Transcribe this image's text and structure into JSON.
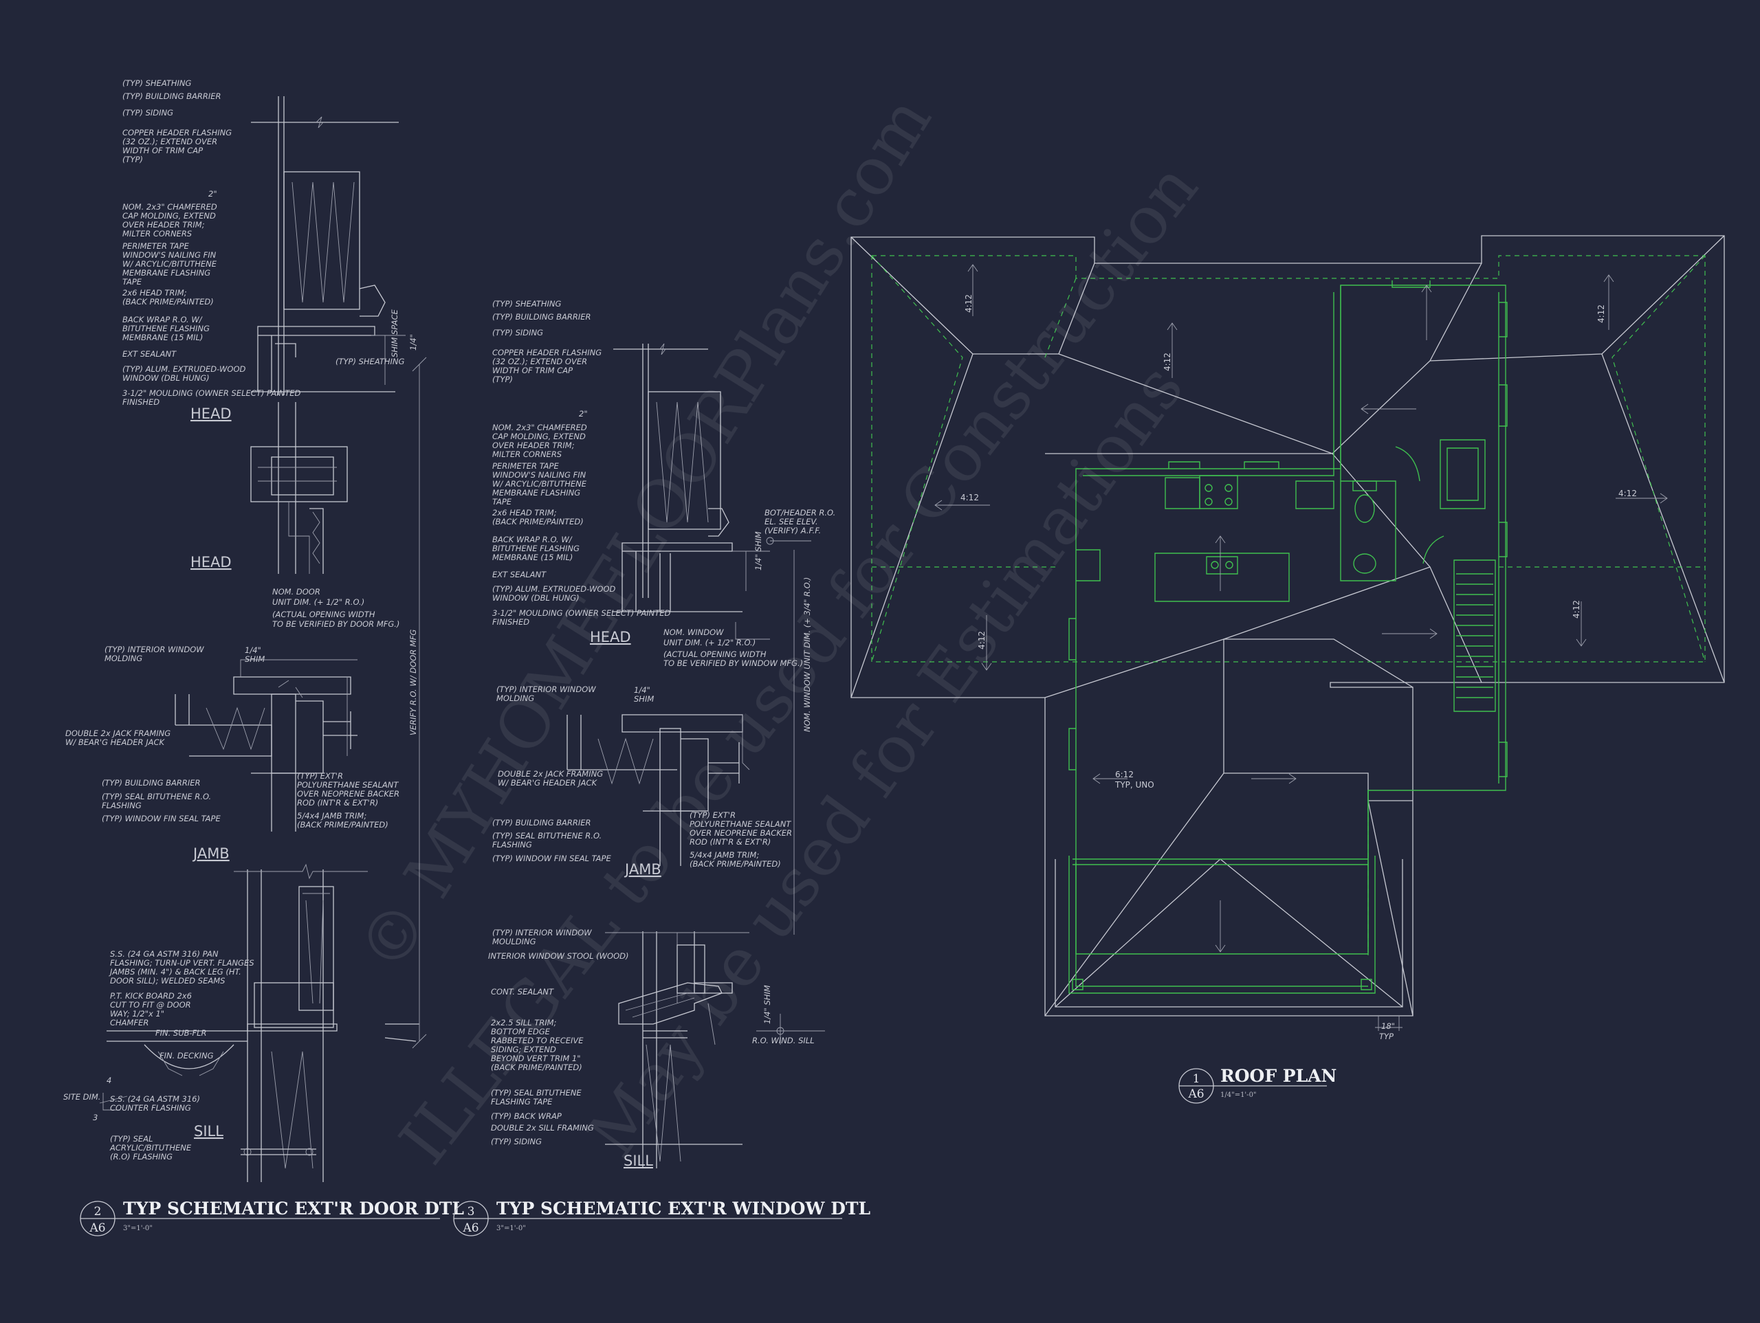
{
  "door_detail": {
    "head_notes": [
      "(TYP) SHEATHING",
      "(TYP) BUILDING BARRIER",
      "(TYP) SIDING",
      "COPPER HEADER FLASHING",
      "(32 OZ.); EXTEND OVER",
      "WIDTH OF TRIM CAP",
      "(TYP)",
      "NOM. 2x3\" CHAMFERED",
      "CAP MOLDING, EXTEND",
      "OVER HEADER TRIM;",
      "MILTER CORNERS",
      "PERIMETER TAPE",
      "WINDOW'S NAILING FIN",
      "W/ ARCYLIC/BITUTHENE",
      "MEMBRANE FLASHING",
      "TAPE",
      "2x6 HEAD TRIM;",
      "(BACK PRIME/PAINTED)",
      "BACK WRAP R.O. W/",
      "BITUTHENE FLASHING",
      "MEMBRANE (15 MIL)",
      "EXT SEALANT",
      "(TYP) ALUM. EXTRUDED-WOOD",
      "WINDOW (DBL HUNG)",
      "3-1/2\" MOULDING (OWNER SELECT) PAINTED",
      "FINISHED"
    ],
    "dim_2": "2\"",
    "shim_space": "SHIM SPACE",
    "quarter": "1/4\"",
    "sheathing_right": "(TYP) SHEATHING",
    "head_label": "HEAD",
    "head_label2": "HEAD",
    "unit_dim": [
      "NOM. DOOR",
      "UNIT DIM. (+ 1/2\" R.O.)",
      "(ACTUAL OPENING WIDTH",
      "TO BE VERIFIED BY DOOR MFG.)"
    ],
    "jamb_notes": [
      "(TYP) INTERIOR WINDOW",
      "MOLDING",
      "DOUBLE 2x JACK FRAMING",
      "W/ BEAR'G HEADER JACK",
      "(TYP) BUILDING BARRIER",
      "(TYP) SEAL BITUTHENE R.O.",
      "FLASHING",
      "(TYP) WINDOW FIN SEAL TAPE"
    ],
    "jamb_shim": [
      "1/4\"",
      "SHIM"
    ],
    "jamb_right": [
      "(TYP) EXT'R",
      "POLYURETHANE SEALANT",
      "OVER NEOPRENE BACKER",
      "ROD (INT'R & EXT'R)",
      "5/4x4 JAMB TRIM;",
      "(BACK PRIME/PAINTED)"
    ],
    "jamb_label": "JAMB",
    "verify": "VERIFY R.O. W/ DOOR MFG",
    "sill_notes": [
      "S.S. (24 GA ASTM 316) PAN",
      "FLASHING; TURN-UP VERT. FLANGES",
      "JAMBS (MIN. 4\") & BACK LEG (HT.",
      "DOOR SILL); WELDED SEAMS",
      "P.T. KICK BOARD 2x6",
      "CUT TO FIT @ DOOR",
      "WAY; 1/2\"x 1\"",
      "CHAMFER",
      "FIN. SUB-FLR",
      "FIN. DECKING",
      "S.S. (24 GA ASTM 316)",
      "COUNTER FLASHING",
      "(TYP) SEAL",
      "ACRYLIC/BITUTHENE",
      "(R.O) FLASHING"
    ],
    "site_dim": "SITE DIM.",
    "slope_top": "4",
    "slope_bottom": "3",
    "sill_label": "SILL",
    "title": "TYP SCHEMATIC EXT'R DOOR DTL",
    "number": "2",
    "sheet": "A6",
    "scale": "3\"=1'-0\""
  },
  "window_detail": {
    "head_notes": [
      "(TYP) SHEATHING",
      "(TYP) BUILDING BARRIER",
      "(TYP) SIDING",
      "COPPER HEADER FLASHING",
      "(32 OZ.); EXTEND OVER",
      "WIDTH OF TRIM CAP",
      "(TYP)",
      "NOM. 2x3\" CHAMFERED",
      "CAP MOLDING, EXTEND",
      "OVER HEADER TRIM;",
      "MILTER CORNERS",
      "PERIMETER TAPE",
      "WINDOW'S NAILING FIN",
      "W/ ARCYLIC/BITUTHENE",
      "MEMBRANE FLASHING",
      "TAPE",
      "2x6 HEAD TRIM;",
      "(BACK PRIME/PAINTED)",
      "BACK WRAP R.O. W/",
      "BITUTHENE FLASHING",
      "MEMBRANE (15 MIL)",
      "EXT SEALANT",
      "(TYP) ALUM. EXTRUDED-WOOD",
      "WINDOW (DBL HUNG)",
      "3-1/2\" MOULDING (OWNER SELECT) PAINTED",
      "FINISHED"
    ],
    "dim_2": "2\"",
    "bot_header": [
      "BOT/HEADER R.O.",
      "EL. SEE ELEV.",
      "(VERIFY) A.F.F."
    ],
    "head_shim": "1/4\" SHIM",
    "head_label": "HEAD",
    "unit_dim": [
      "NOM. WINDOW",
      "UNIT DIM. (+ 1/2\" R.O.)",
      "(ACTUAL OPENING WIDTH",
      "TO BE VERIFIED BY WINDOW MFG.)"
    ],
    "vertical_dim": "NOM. WINDOW UNIT DIM. (+ 3/4\" R.O.)",
    "jamb_notes": [
      "(TYP) INTERIOR WINDOW",
      "MOLDING",
      "DOUBLE 2x JACK FRAMING",
      "W/ BEAR'G HEADER JACK",
      "(TYP) BUILDING BARRIER",
      "(TYP) SEAL BITUTHENE R.O.",
      "FLASHING",
      "(TYP) WINDOW FIN SEAL TAPE"
    ],
    "jamb_shim": [
      "1/4\"",
      "SHIM"
    ],
    "jamb_right": [
      "(TYP) EXT'R",
      "POLYURETHANE SEALANT",
      "OVER NEOPRENE BACKER",
      "ROD (INT'R & EXT'R)",
      "5/4x4 JAMB TRIM;",
      "(BACK PRIME/PAINTED)"
    ],
    "jamb_label": "JAMB",
    "sill_notes": [
      "(TYP) INTERIOR WINDOW",
      "MOULDING",
      "INTERIOR WINDOW STOOL (WOOD)",
      "CONT. SEALANT",
      "2x2.5 SILL TRIM;",
      "BOTTOM EDGE",
      "RABBETED TO RECEIVE",
      "SIDING; EXTEND",
      "BEYOND VERT TRIM 1\"",
      "(BACK PRIME/PAINTED)",
      "(TYP) SEAL BITUTHENE",
      "FLASHING TAPE",
      "(TYP) BACK WRAP",
      "DOUBLE 2x SILL FRAMING",
      "(TYP) SIDING"
    ],
    "sill_shim": "1/4\" SHIM",
    "ro_sill": "R.O. WIND. SILL",
    "sill_label": "SILL",
    "title": "TYP SCHEMATIC EXT'R WINDOW DTL",
    "number": "3",
    "sheet": "A6",
    "scale": "3\"=1'-0\""
  },
  "roof_plan": {
    "title": "ROOF PLAN",
    "number": "1",
    "sheet": "A6",
    "scale": "1/4\"=1'-0\"",
    "pitches": [
      "4:12",
      "4:12",
      "4:12",
      "4:12",
      "4:12",
      "4:12",
      "4:12"
    ],
    "pitch_note": [
      "6:12",
      "TYP, UNO"
    ],
    "overhang_dim": "18\"",
    "overhang_note": "TYP"
  },
  "watermark": [
    "© MYHOMEFLOORPlans.com",
    "ILLEGAL to be used for Construction",
    "May be used for Estimations"
  ],
  "colors": {
    "background": "#222639",
    "linework": "#c7c9d2",
    "floorplan_green": "#3fbf4f"
  }
}
